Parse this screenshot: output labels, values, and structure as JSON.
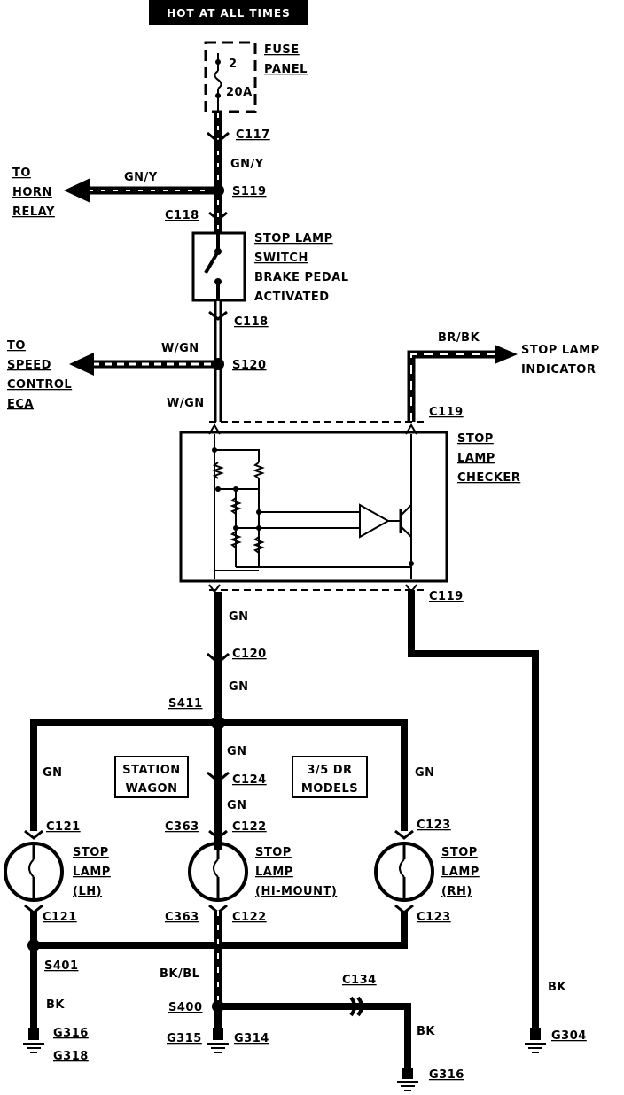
{
  "header": "HOT AT ALL TIMES",
  "fuse_panel": {
    "label_1": "FUSE",
    "label_2": "PANEL",
    "fuse_number": "2",
    "rating": "20A"
  },
  "connectors": {
    "c117": "C117",
    "c118_top": "C118",
    "c118_bottom": "C118",
    "c119_top": "C119",
    "c119_bottom": "C119",
    "c120": "C120",
    "c124": "C124",
    "c121_top": "C121",
    "c121_bottom": "C121",
    "c363_top": "C363",
    "c363_bottom": "C363",
    "c122_top": "C122",
    "c122_bottom": "C122",
    "c123_top": "C123",
    "c123_bottom": "C123",
    "c134": "C134"
  },
  "splices": {
    "s119": "S119",
    "s120": "S120",
    "s411": "S411",
    "s401": "S401",
    "s400": "S400"
  },
  "grounds": {
    "g316_a": "G316",
    "g318": "G318",
    "g315": "G315",
    "g314": "G314",
    "g304": "G304",
    "g316_b": "G316"
  },
  "wires": {
    "gny_1": "GN/Y",
    "gny_2": "GN/Y",
    "wgn_1": "W/GN",
    "wgn_2": "W/GN",
    "brbk": "BR/BK",
    "gn_1": "GN",
    "gn_2": "GN",
    "gn_3": "GN",
    "gn_4": "GN",
    "gn_5": "GN",
    "gn_6": "GN",
    "bk_1": "BK",
    "bkbl": "BK/BL",
    "bk_2": "BK",
    "bk_3": "BK"
  },
  "destinations": {
    "horn_relay": [
      "TO",
      "HORN",
      "RELAY"
    ],
    "speed_control": [
      "TO",
      "SPEED",
      "CONTROL",
      "ECA"
    ],
    "stop_lamp_indicator": [
      "STOP LAMP",
      "INDICATOR"
    ]
  },
  "components": {
    "stop_lamp_switch": [
      "STOP LAMP",
      "SWITCH",
      "BRAKE PEDAL",
      "ACTIVATED"
    ],
    "stop_lamp_checker": [
      "STOP",
      "LAMP",
      "CHECKER"
    ],
    "lamp_lh": [
      "STOP",
      "LAMP",
      "(LH)"
    ],
    "lamp_himount": [
      "STOP",
      "LAMP",
      "(HI-MOUNT)"
    ],
    "lamp_rh": [
      "STOP",
      "LAMP",
      "(RH)"
    ]
  },
  "notes": {
    "station_wagon": [
      "STATION",
      "WAGON"
    ],
    "models_35dr": [
      "3/5 DR",
      "MODELS"
    ]
  }
}
